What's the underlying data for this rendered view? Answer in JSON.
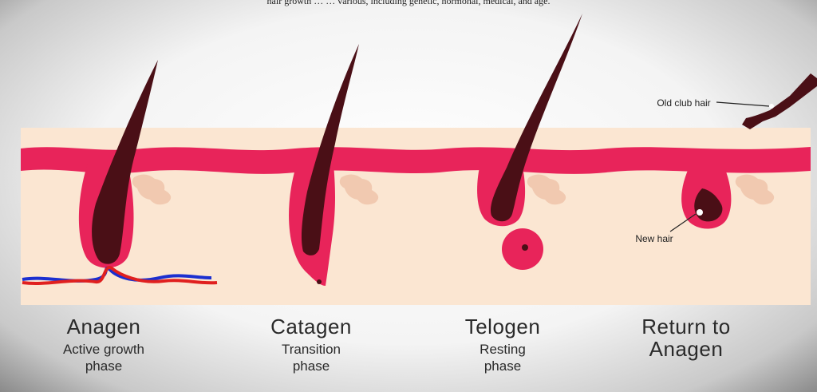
{
  "header_text": "hair growth … … various, including genetic, hormonal, medical, and age.",
  "stages": [
    {
      "name": "Anagen",
      "description": "Active growth phase"
    },
    {
      "name": "Catagen",
      "description": "Transition phase"
    },
    {
      "name": "Telogen",
      "description": "Resting phase"
    },
    {
      "name": "Return to Anagen",
      "description": ""
    }
  ],
  "callouts": {
    "old_club_hair": "Old club hair",
    "new_hair": "New hair"
  },
  "colors": {
    "skin": "#fbe6d2",
    "epidermis": "#e8245a",
    "hair": "#4a0f16",
    "gland": "#f1c9b0",
    "artery": "#e0201f",
    "vein": "#1b2fd0"
  }
}
